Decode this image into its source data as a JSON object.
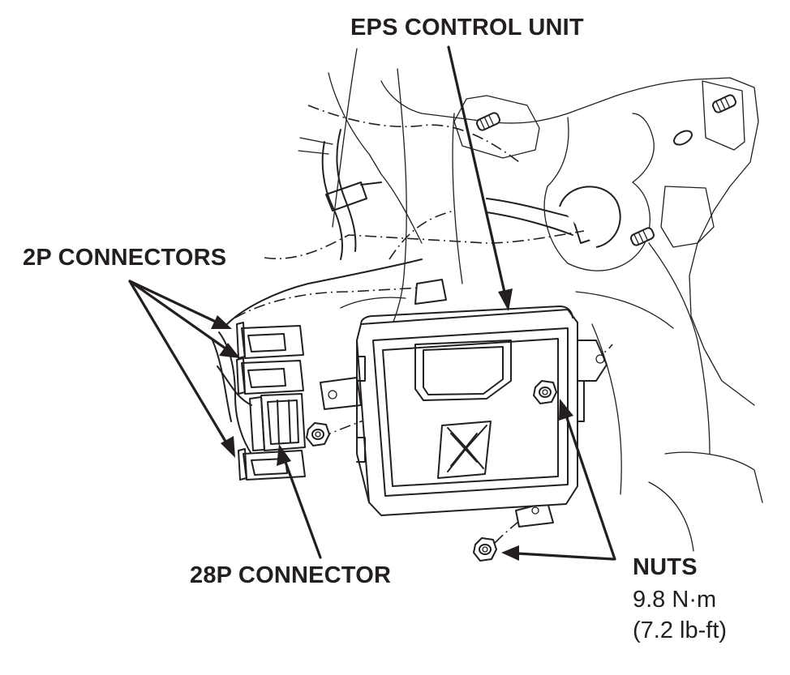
{
  "labels": {
    "eps_control_unit": "EPS CONTROL UNIT",
    "connectors_2p": "2P CONNECTORS",
    "connector_28p": "28P CONNECTOR",
    "nuts": "NUTS",
    "torque_metric": "9.8 N·m",
    "torque_imperial": "(7.2 lb-ft)"
  },
  "colors": {
    "line": "#231f20",
    "background": "#ffffff"
  }
}
